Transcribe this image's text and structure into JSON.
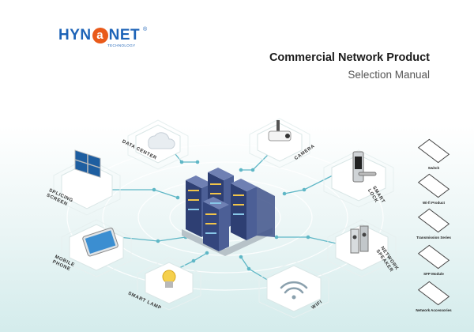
{
  "brand": {
    "logo_left": "HYN",
    "logo_mark": "a",
    "logo_right": "NET",
    "logo_reg": "®",
    "logo_sub": "TECHNOLOGY"
  },
  "header": {
    "title": "Commercial Network Product",
    "subtitle": "Selection Manual"
  },
  "nodes": {
    "data_center": "DATA Center",
    "camera": "CAMERA",
    "splicing_screen": "SPLICING SCREEN",
    "smart_lock": "SMART LOCK",
    "mobile_phone": "MOBILE PHONE",
    "network_speaker": "NETWORK SPEAKER",
    "smart_lamp": "SMART LAMP",
    "wifi": "WIFI"
  },
  "sidebar": {
    "items": [
      {
        "label": "Switch",
        "icon": "switch-icon"
      },
      {
        "label": "Wi-fi Product",
        "icon": "wifi-product-icon"
      },
      {
        "label": "Transmission Series",
        "icon": "transmission-icon"
      },
      {
        "label": "SFP Module",
        "icon": "sfp-module-icon"
      },
      {
        "label": "Network Accessories",
        "icon": "accessories-icon"
      }
    ]
  },
  "colors": {
    "brand_blue": "#1d63b7",
    "brand_orange": "#e95a1a",
    "accent_teal": "#5fb7c6",
    "server_dark": "#2e3f73"
  }
}
